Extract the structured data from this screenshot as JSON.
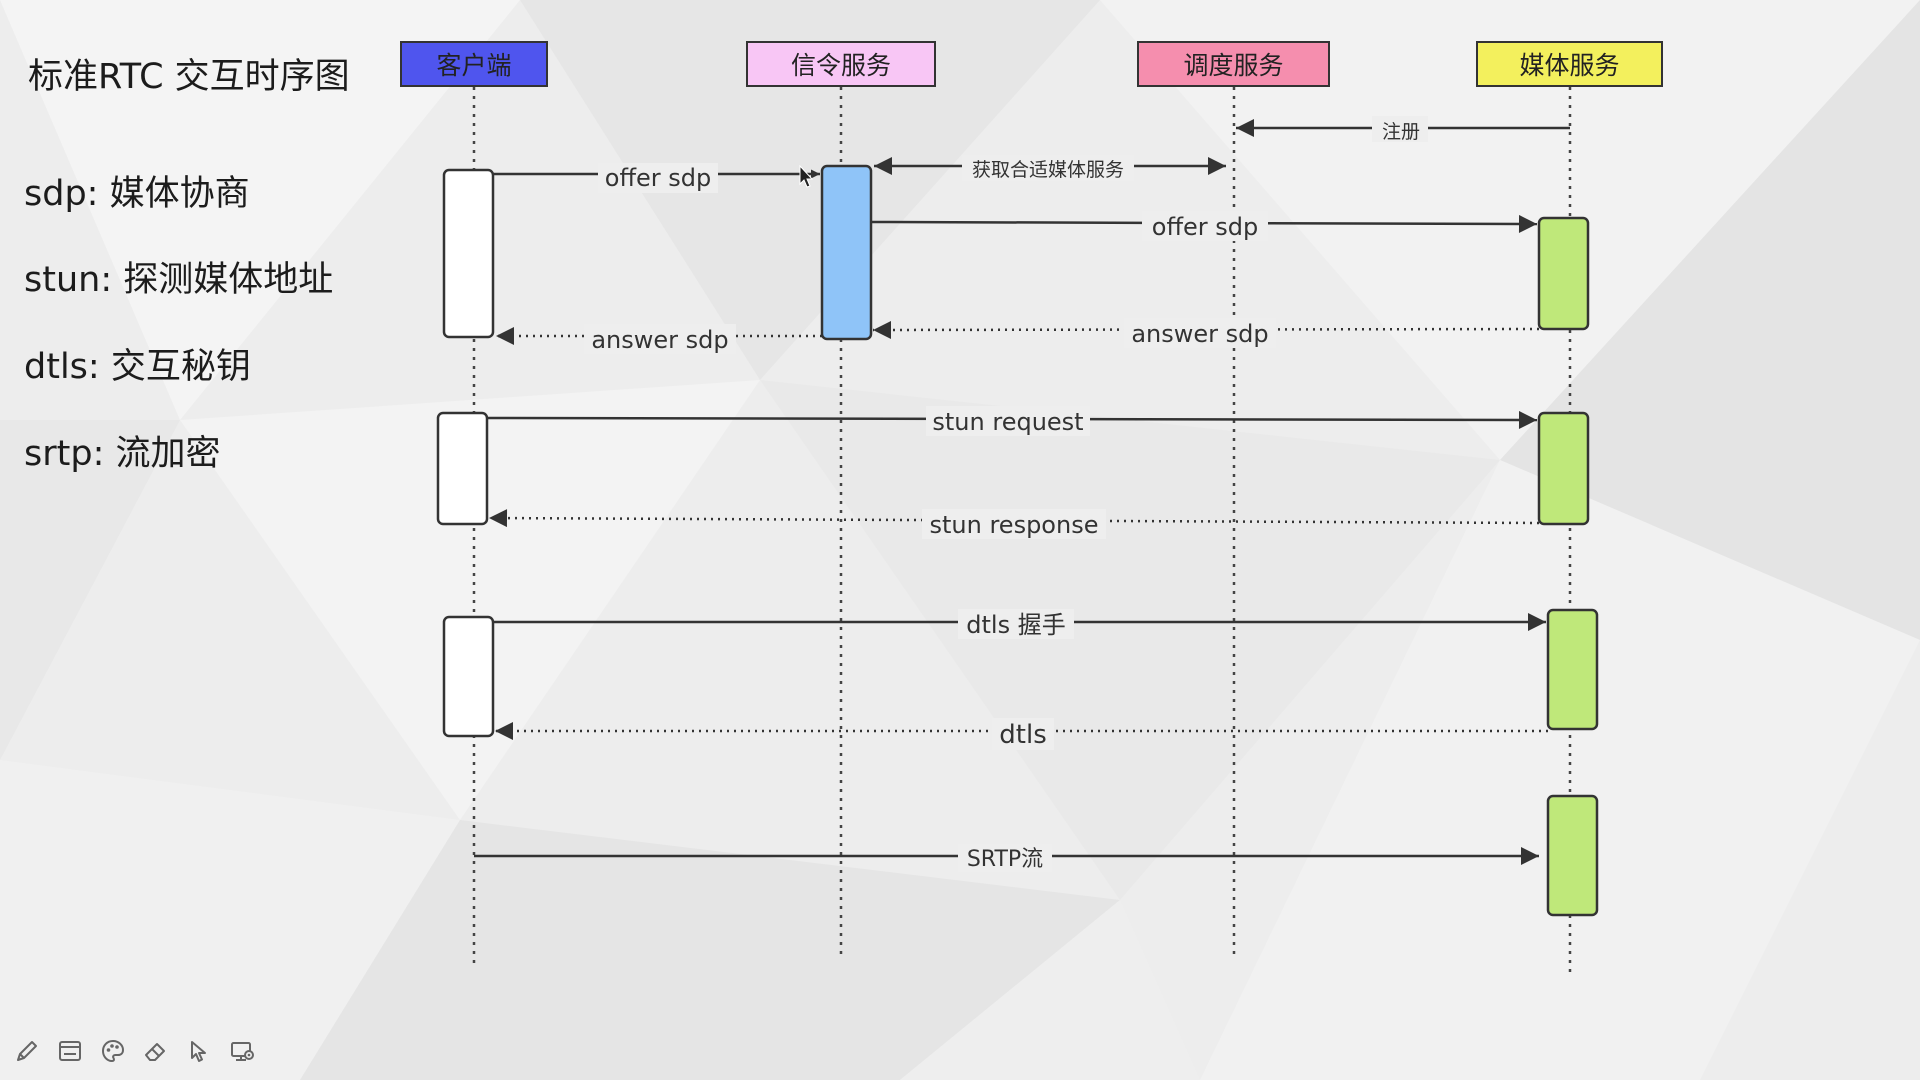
{
  "title": "标准RTC 交互时序图",
  "notes": [
    {
      "label": "sdp: 媒体协商"
    },
    {
      "label": "stun: 探测媒体地址"
    },
    {
      "label": "dtls: 交互秘钥"
    },
    {
      "label": "srtp: 流加密"
    }
  ],
  "participants": [
    {
      "label": "客户端",
      "color": "#4f55ee"
    },
    {
      "label": "信令服务",
      "color": "#f8c6f5"
    },
    {
      "label": "调度服务",
      "color": "#f58eae"
    },
    {
      "label": "媒体服务",
      "color": "#f3f05d"
    }
  ],
  "activation_colors": {
    "client": "#ffffff",
    "signaling": "#8fc4f8",
    "media": "#bfe87a"
  },
  "messages": [
    {
      "label": "注册",
      "line_style": "solid",
      "from": "媒体服务",
      "to": "调度服务"
    },
    {
      "label": "offer sdp",
      "line_style": "solid",
      "from": "客户端",
      "to": "信令服务"
    },
    {
      "label": "获取合适媒体服务",
      "line_style": "solid",
      "from": "信令服务",
      "to": "调度服务",
      "bidirectional": true
    },
    {
      "label": "offer sdp",
      "line_style": "solid",
      "from": "信令服务",
      "to": "媒体服务"
    },
    {
      "label": "answer sdp",
      "line_style": "dotted",
      "from": "媒体服务",
      "to": "信令服务"
    },
    {
      "label": "answer sdp",
      "line_style": "dotted",
      "from": "信令服务",
      "to": "客户端"
    },
    {
      "label": "stun request",
      "line_style": "solid",
      "from": "客户端",
      "to": "媒体服务"
    },
    {
      "label": "stun response",
      "line_style": "dotted",
      "from": "媒体服务",
      "to": "客户端"
    },
    {
      "label": "dtls 握手",
      "line_style": "solid",
      "from": "客户端",
      "to": "媒体服务"
    },
    {
      "label": "dtls",
      "line_style": "dotted",
      "from": "媒体服务",
      "to": "客户端"
    },
    {
      "label": "SRTP流",
      "line_style": "solid",
      "from": "客户端",
      "to": "媒体服务"
    }
  ],
  "toolbar": [
    {
      "icon": "pencil-icon"
    },
    {
      "icon": "whiteboard-icon"
    },
    {
      "icon": "palette-icon"
    },
    {
      "icon": "eraser-icon"
    },
    {
      "icon": "pointer-icon"
    },
    {
      "icon": "screen-share-icon"
    }
  ]
}
